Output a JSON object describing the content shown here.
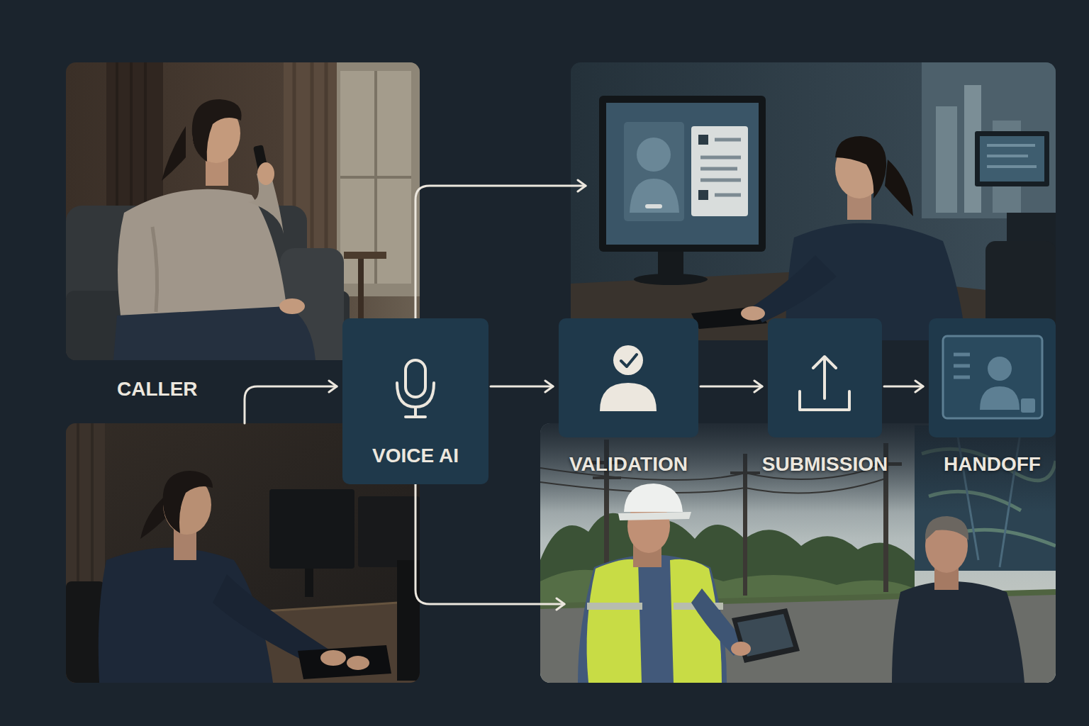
{
  "diagram": {
    "nodes": [
      {
        "text": [
          "CALLER"
        ]
      },
      {
        "text": [
          "VOICE AI"
        ]
      },
      {
        "text": [
          "VALIDATION"
        ]
      },
      {
        "text": [
          "SUBMISSION"
        ]
      },
      {
        "text": [
          "HANDOFF"
        ]
      }
    ],
    "edges": [
      {
        "from": 0,
        "to": 1,
        "arrow": "to"
      },
      {
        "from": 1,
        "to": 2,
        "arrow": "to"
      },
      {
        "from": 2,
        "to": 3,
        "arrow": "to"
      },
      {
        "from": 3,
        "to": 4,
        "arrow": "to"
      }
    ]
  }
}
